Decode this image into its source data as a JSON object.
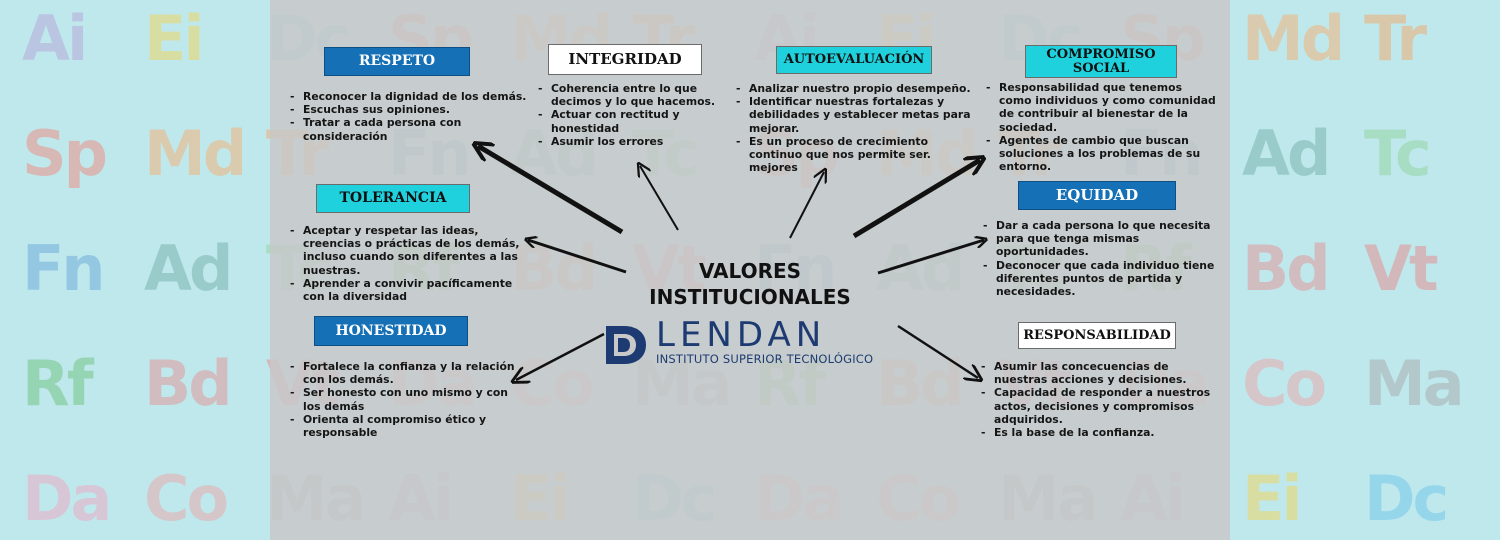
{
  "background": {
    "colors": {
      "page": "#bfe8ed",
      "panel": "#c8c8c8",
      "Ai": "#b7a3d6",
      "Ei": "#f2d45a",
      "Dc": "#6fc6e8",
      "Sp": "#f08a7e",
      "Md": "#f5b072",
      "Tr": "#f3a86a",
      "Fn": "#6aaad9",
      "Ad": "#72b0a8",
      "Tc": "#8fd39a",
      "Vt": "#e88a8a",
      "Rf": "#6cc47a",
      "Bd": "#e49393",
      "Co": "#e9a6a6",
      "Ma": "#a9a9a9",
      "Da": "#f0a7c0"
    },
    "tiles": [
      [
        "Ai",
        "Ei",
        "Dc",
        "Sp",
        "Md",
        "Tr",
        "Ai",
        "Ei",
        "Dc",
        "Sp",
        "Md",
        "Tr"
      ],
      [
        "Sp",
        "Md",
        "Tr",
        "Fn",
        "Ad",
        "Tc",
        "Sp",
        "Md",
        "Tr",
        "Fn",
        "Ad",
        "Tc"
      ],
      [
        "Fn",
        "Ad",
        "Tc",
        "Rf",
        "Bd",
        "Vt",
        "Fn",
        "Ad",
        "Tc",
        "Rf",
        "Bd",
        "Vt"
      ],
      [
        "Rf",
        "Bd",
        "Vt",
        "Da",
        "Co",
        "Ma",
        "Rf",
        "Bd",
        "Vt",
        "Da",
        "Co",
        "Ma"
      ],
      [
        "Da",
        "Co",
        "Ma",
        "Ai",
        "Ei",
        "Dc",
        "Da",
        "Co",
        "Ma",
        "Ai",
        "Ei",
        "Dc"
      ]
    ]
  },
  "center": {
    "title_line1": "VALORES",
    "title_line2": "INSTITUCIONALES"
  },
  "logo": {
    "name": "LENDAN",
    "subtitle": "INSTITUTO SUPERIOR TECNOLÓGICO",
    "color": "#1d3b72"
  },
  "values": {
    "respeto": {
      "title": "RESPETO",
      "items": [
        "Reconocer la dignidad de los demás.",
        "Escuchas sus opiniones.",
        "Tratar a cada persona con consideración"
      ]
    },
    "integridad": {
      "title": "INTEGRIDAD",
      "items": [
        "Coherencia entre lo que decimos y lo que hacemos.",
        "Actuar con rectitud y honestidad",
        "Asumir los errores"
      ]
    },
    "autoevaluacion": {
      "title": "AUTOEVALUACIÓN",
      "items": [
        "Analizar nuestro propio desempeño.",
        "Identificar nuestras fortalezas y debilidades y establecer metas para mejorar.",
        "Es un proceso de crecimiento continuo que nos permite ser. mejores"
      ]
    },
    "compromiso_social": {
      "title_line1": "COMPROMISO",
      "title_line2": "SOCIAL",
      "items": [
        "Responsabilidad que tenemos como individuos y como comunidad de contribuir al bienestar de la sociedad.",
        "Agentes de cambio que buscan soluciones a los problemas de su entorno."
      ]
    },
    "tolerancia": {
      "title": "TOLERANCIA",
      "items": [
        "Aceptar y respetar las ideas, creencias o prácticas de los demás, incluso cuando son diferentes a las nuestras.",
        "Aprender a convivir pacíficamente con la diversidad"
      ]
    },
    "equidad": {
      "title": "EQUIDAD",
      "items": [
        "Dar a cada persona lo que necesita para que tenga mismas oportunidades.",
        "Deconocer que cada individuo tiene diferentes puntos de partida y necesidades."
      ]
    },
    "honestidad": {
      "title": "HONESTIDAD",
      "items": [
        "Fortalece la confianza y la relación con los demás.",
        "Ser honesto con uno mismo y con los demás",
        "Orienta al compromiso ético y responsable"
      ]
    },
    "responsabilidad": {
      "title": "RESPONSABILIDAD",
      "items": [
        "Asumir las concecuencias de nuestras acciones y decisiones.",
        "Capacidad de responder a nuestros actos, decisiones y compromisos adquiridos.",
        "Es la base de la confianza."
      ]
    }
  },
  "colors": {
    "teal_box": "#1fd1dd",
    "blue_box": "#1570b6",
    "white_box": "#ffffff",
    "arrow": "#111111"
  }
}
